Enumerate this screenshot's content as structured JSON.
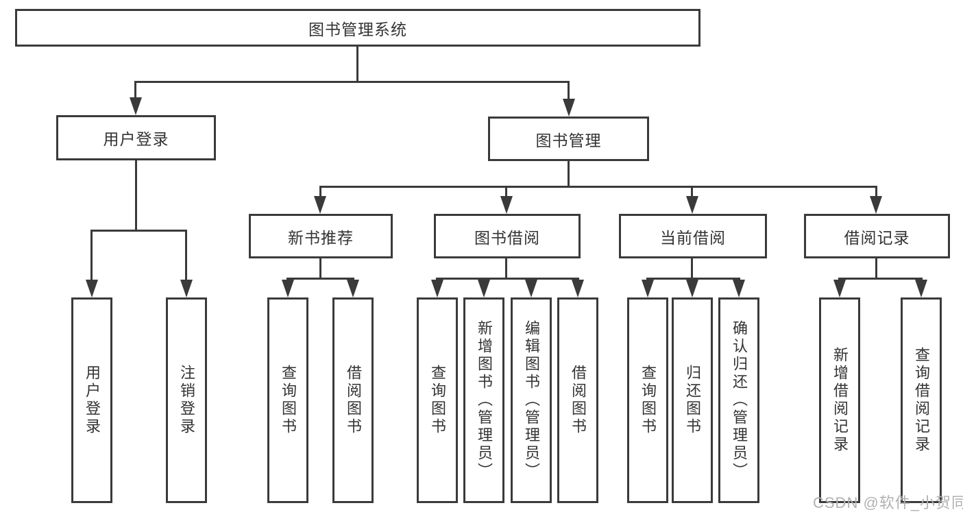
{
  "tree": {
    "label": "图书管理系统",
    "children": [
      {
        "label": "用户登录",
        "children": [
          {
            "label": "用户登录"
          },
          {
            "label": "注销登录"
          }
        ]
      },
      {
        "label": "图书管理",
        "children": [
          {
            "label": "新书推荐",
            "children": [
              {
                "label": "查询图书"
              },
              {
                "label": "借阅图书"
              }
            ]
          },
          {
            "label": "图书借阅",
            "children": [
              {
                "label": "查询图书"
              },
              {
                "label": "新增图书（管理员）"
              },
              {
                "label": "编辑图书（管理员）"
              },
              {
                "label": "借阅图书"
              }
            ]
          },
          {
            "label": "当前借阅",
            "children": [
              {
                "label": "查询图书"
              },
              {
                "label": "归还图书"
              },
              {
                "label": "确认归还（管理员）"
              }
            ]
          },
          {
            "label": "借阅记录",
            "children": [
              {
                "label": "新增借阅记录"
              },
              {
                "label": "查询借阅记录"
              }
            ]
          }
        ]
      }
    ]
  },
  "watermark": "CSDN @软件_小贺同学",
  "colors": {
    "line": "#3a3a3a",
    "text": "#333333",
    "watermark": "#b1b1b1",
    "background": "#ffffff"
  }
}
